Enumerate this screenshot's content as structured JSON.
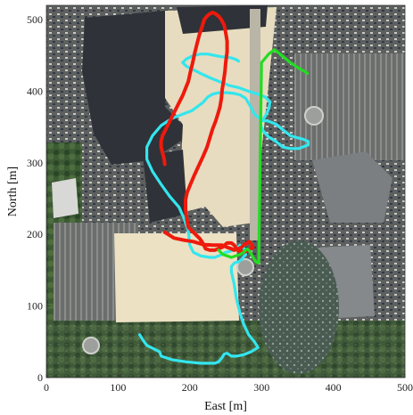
{
  "chart_data": {
    "type": "line",
    "title": "",
    "xlabel": "East [m]",
    "ylabel": "North [m]",
    "xlim": [
      0,
      500
    ],
    "ylim": [
      0,
      520
    ],
    "xticks": [
      0,
      100,
      200,
      300,
      400,
      500
    ],
    "yticks": [
      0,
      100,
      200,
      300,
      400,
      500
    ],
    "grid": false,
    "background": "aerial-photograph",
    "series": [
      {
        "color": "#33e6ee",
        "x": [
          130,
          135,
          140,
          150,
          158,
          160,
          175,
          195,
          215,
          235,
          240,
          245,
          248,
          252,
          255,
          258,
          265,
          275,
          285,
          295,
          290,
          282,
          275,
          270,
          265,
          262,
          258,
          258,
          262,
          268,
          272,
          278,
          276,
          270,
          265,
          260,
          255,
          250,
          245,
          240,
          235,
          228,
          215,
          205,
          200,
          198,
          192,
          185,
          172,
          160,
          148,
          140,
          140,
          148,
          160,
          175,
          190,
          203,
          210,
          218,
          225,
          232,
          240,
          252,
          262,
          270,
          278,
          285,
          290,
          300,
          310,
          320,
          330,
          340,
          350,
          358,
          365,
          365,
          352,
          340,
          330,
          320,
          310,
          302,
          298,
          305,
          310,
          312,
          305,
          295,
          282,
          268,
          255,
          245,
          230,
          215,
          205,
          195,
          190,
          195,
          205,
          215,
          225,
          235,
          245,
          252,
          260,
          265,
          268
        ],
        "y": [
          60,
          52,
          45,
          40,
          36,
          30,
          25,
          22,
          20,
          20,
          22,
          28,
          33,
          34,
          32,
          30,
          30,
          32,
          36,
          42,
          50,
          60,
          75,
          90,
          110,
          130,
          148,
          155,
          160,
          162,
          165,
          172,
          180,
          185,
          180,
          178,
          176,
          175,
          172,
          170,
          168,
          168,
          170,
          175,
          185,
          205,
          222,
          238,
          253,
          270,
          288,
          305,
          322,
          338,
          352,
          362,
          368,
          373,
          378,
          384,
          392,
          396,
          398,
          398,
          397,
          395,
          390,
          378,
          368,
          360,
          358,
          354,
          346,
          338,
          335,
          333,
          330,
          325,
          320,
          320,
          322,
          330,
          336,
          345,
          355,
          365,
          375,
          385,
          392,
          396,
          400,
          405,
          408,
          412,
          418,
          425,
          430,
          435,
          440,
          445,
          450,
          452,
          452,
          450,
          448,
          448,
          446,
          444,
          442
        ]
      },
      {
        "color": "#ee1a0c",
        "x": [
          165,
          178,
          192,
          205,
          218,
          232,
          245,
          252,
          258,
          262,
          268,
          272,
          276,
          280,
          283,
          286,
          288,
          285,
          280,
          275,
          270,
          265,
          262,
          258,
          252,
          245,
          235,
          228,
          222,
          218,
          214,
          210,
          206,
          202,
          198,
          196,
          194,
          194,
          196,
          200,
          206,
          212,
          218,
          224,
          228,
          232,
          236,
          239,
          242,
          244,
          245,
          247,
          249,
          250,
          252,
          252,
          250,
          248,
          244,
          240,
          236,
          232,
          228,
          224,
          220,
          217,
          213,
          210,
          207,
          204,
          201,
          198,
          194,
          190,
          185,
          180,
          175,
          170,
          166,
          162,
          160,
          160,
          162,
          164,
          165
        ],
        "y": [
          203,
          195,
          192,
          190,
          186,
          185,
          185,
          182,
          180,
          178,
          180,
          182,
          186,
          188,
          190,
          186,
          182,
          180,
          177,
          175,
          176,
          180,
          185,
          188,
          188,
          182,
          178,
          178,
          180,
          188,
          194,
          198,
          202,
          206,
          210,
          220,
          235,
          248,
          258,
          268,
          282,
          295,
          308,
          322,
          335,
          348,
          358,
          368,
          378,
          390,
          402,
          414,
          428,
          440,
          455,
          470,
          482,
          492,
          500,
          505,
          508,
          510,
          508,
          505,
          500,
          490,
          478,
          466,
          454,
          440,
          428,
          414,
          404,
          394,
          384,
          374,
          364,
          354,
          346,
          338,
          330,
          322,
          314,
          306,
          298
        ]
      },
      {
        "color": "#22dd22",
        "x": [
          240,
          246,
          252,
          258,
          264,
          270,
          275,
          280,
          284,
          288,
          292,
          296,
          300,
          305,
          310,
          318,
          328,
          340,
          352,
          360,
          364
        ],
        "y": [
          178,
          172,
          170,
          168,
          170,
          172,
          175,
          180,
          176,
          168,
          162,
          160,
          440,
          446,
          452,
          458,
          450,
          440,
          432,
          428,
          425
        ]
      }
    ]
  }
}
